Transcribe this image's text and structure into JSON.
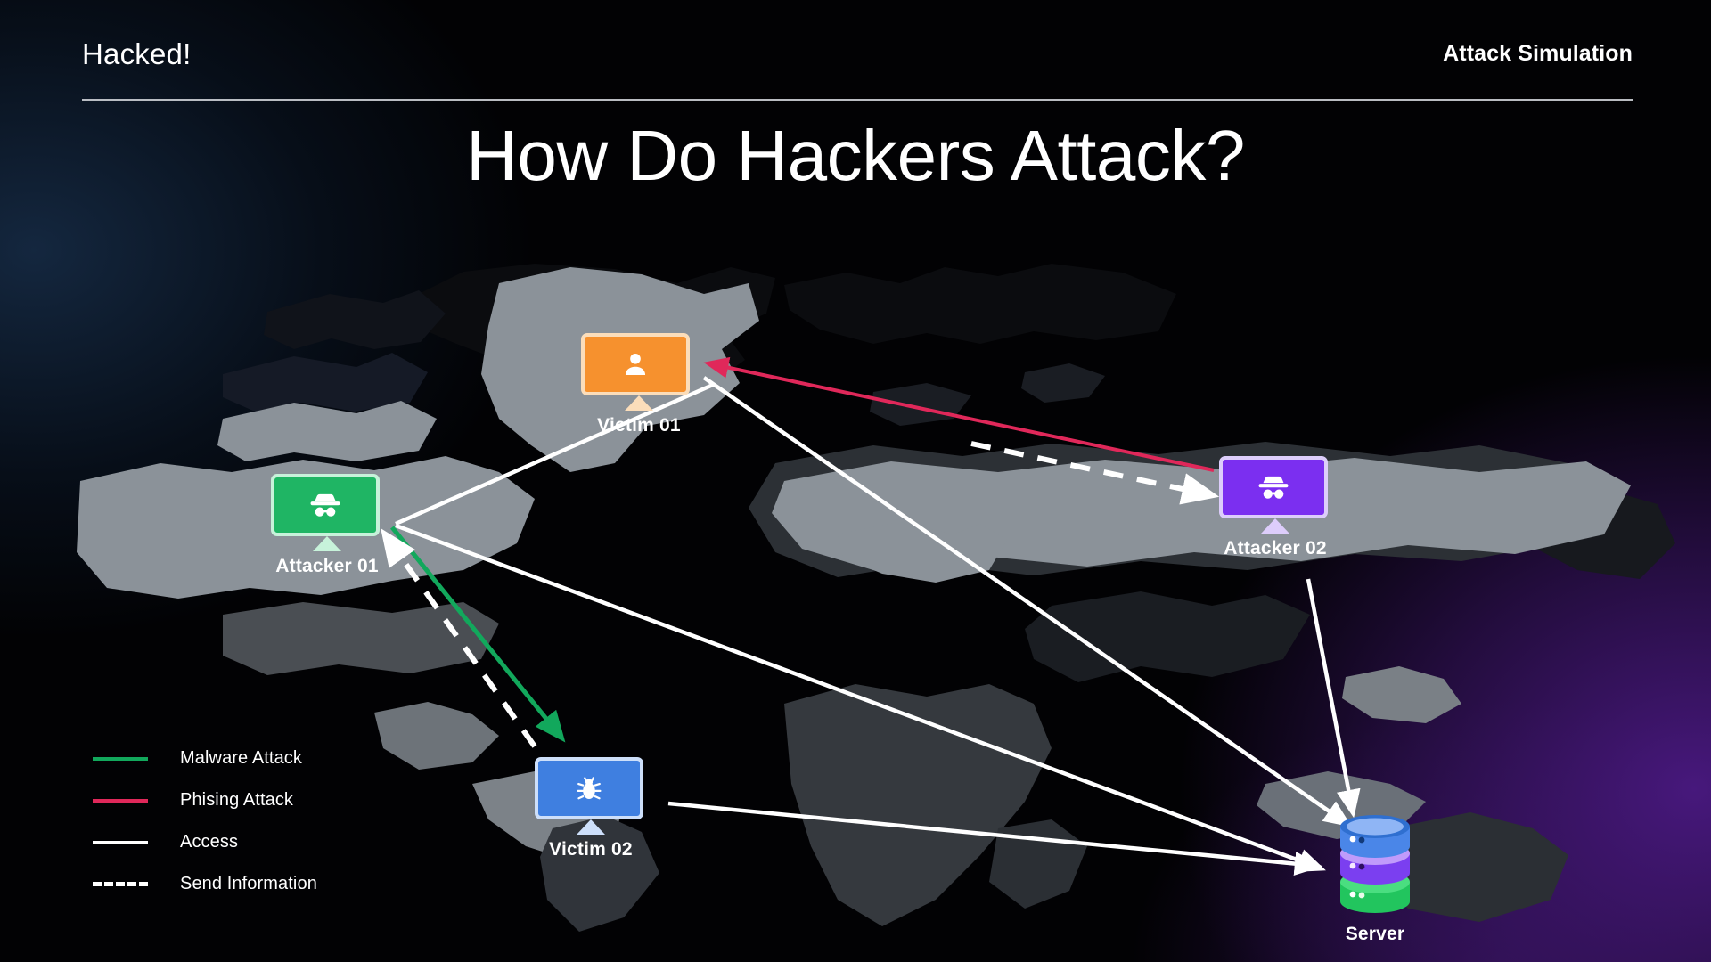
{
  "header": {
    "brand": "Hacked!",
    "subtitle": "Attack Simulation"
  },
  "title": "How Do Hackers Attack?",
  "legend": {
    "items": [
      {
        "label": "Malware Attack",
        "color": "#12a85c",
        "style": "solid",
        "icon": "line-solid-green"
      },
      {
        "label": "Phising Attack",
        "color": "#e0285a",
        "style": "solid",
        "icon": "line-solid-crimson"
      },
      {
        "label": "Access",
        "color": "#ffffff",
        "style": "solid",
        "icon": "line-solid-white"
      },
      {
        "label": "Send Information",
        "color": "#ffffff",
        "style": "dashed",
        "icon": "line-dashed-white"
      }
    ]
  },
  "nodes": [
    {
      "id": "victim01",
      "label": "Victim 01",
      "icon": "user-icon",
      "screen_color": "#f6912e",
      "frame_color": "#fbddba",
      "type": "monitor"
    },
    {
      "id": "attacker01",
      "label": "Attacker 01",
      "icon": "incognito-icon",
      "screen_color": "#1fb564",
      "frame_color": "#c7f2da",
      "type": "monitor"
    },
    {
      "id": "attacker02",
      "label": "Attacker 02",
      "icon": "incognito-icon",
      "screen_color": "#7b2ff0",
      "frame_color": "#ddcdfb",
      "type": "monitor"
    },
    {
      "id": "victim02",
      "label": "Victim 02",
      "icon": "bug-icon",
      "screen_color": "#3f7fe0",
      "frame_color": "#cddffa",
      "type": "monitor"
    },
    {
      "id": "server",
      "label": "Server",
      "icon": "database-icon",
      "tier_colors": [
        "#4a86e8",
        "#7b3ff0",
        "#22c55e"
      ],
      "type": "database"
    }
  ],
  "connections": [
    {
      "from": "attacker02",
      "to": "victim01",
      "kind": "Phising Attack",
      "color": "#e0285a",
      "style": "solid"
    },
    {
      "from": "attacker01",
      "to": "victim02",
      "kind": "Malware Attack",
      "color": "#12a85c",
      "style": "solid"
    },
    {
      "from": "victim02",
      "to": "attacker01",
      "kind": "Send Information",
      "color": "#ffffff",
      "style": "dashed"
    },
    {
      "from": "victim01",
      "to": "attacker02",
      "kind": "Send Information",
      "color": "#ffffff",
      "style": "dashed"
    },
    {
      "from": "victim01",
      "to": "server",
      "kind": "Access",
      "color": "#ffffff",
      "style": "solid"
    },
    {
      "from": "attacker01",
      "to": "server",
      "kind": "Access",
      "color": "#ffffff",
      "style": "solid"
    },
    {
      "from": "attacker02",
      "to": "server",
      "kind": "Access",
      "color": "#ffffff",
      "style": "solid"
    },
    {
      "from": "victim02",
      "to": "server",
      "kind": "Access",
      "color": "#ffffff",
      "style": "solid"
    }
  ],
  "colors": {
    "background_left_glow": "#14273f",
    "background_right_glow": "#47187c",
    "map_land_light": "#8b9299",
    "map_land_mid": "#3f4348",
    "map_land_dark": "#0a0b0d",
    "text": "#ffffff",
    "rule": "#c9ccd1"
  }
}
